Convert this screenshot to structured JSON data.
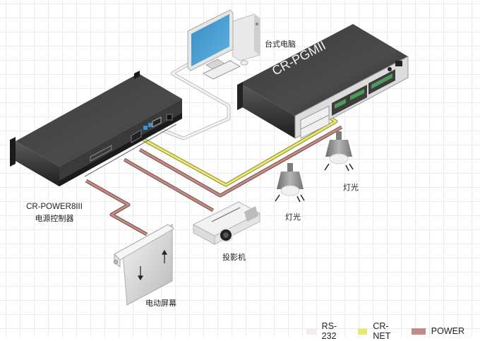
{
  "diagram": {
    "devices": {
      "power_controller": {
        "model": "CR-POWER8III",
        "name": "电源控制器"
      },
      "pgm_host": {
        "model": "CR-PGMII"
      },
      "desktop_pc": {
        "name": "台式电脑"
      },
      "light_1": {
        "name": "灯光"
      },
      "light_2": {
        "name": "灯光"
      },
      "projector": {
        "name": "投影机"
      },
      "screen": {
        "name": "电动屏幕"
      }
    },
    "legend": [
      {
        "label": "RS-232",
        "color": "#f3ecef"
      },
      {
        "label": "CR-NET",
        "color": "#e9e873"
      },
      {
        "label": "POWER",
        "color": "#c08c86"
      }
    ],
    "connections": [
      {
        "type": "RS-232",
        "from": "desktop_pc",
        "to": "power_controller"
      },
      {
        "type": "CR-NET",
        "from": "power_controller",
        "to": "pgm_host"
      },
      {
        "type": "POWER",
        "from": "power_controller",
        "to": "light_1"
      },
      {
        "type": "POWER",
        "from": "power_controller",
        "to": "projector"
      },
      {
        "type": "POWER",
        "from": "power_controller",
        "to": "screen"
      }
    ]
  }
}
